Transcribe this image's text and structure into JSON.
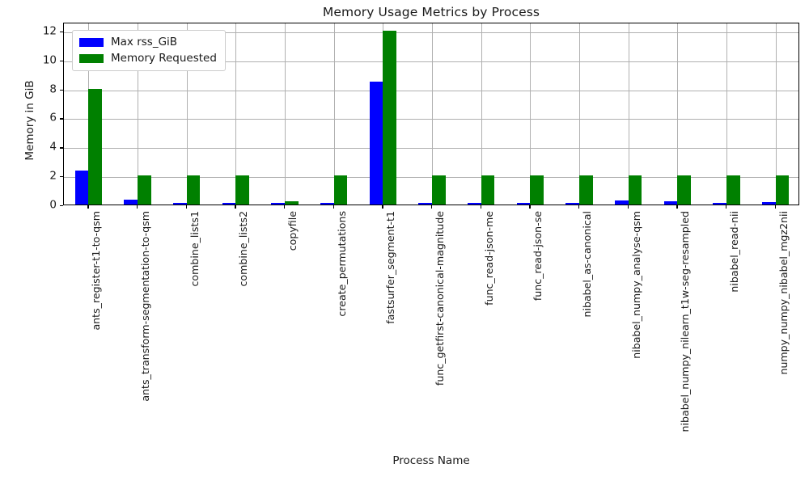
{
  "chart_data": {
    "type": "bar",
    "title": "Memory Usage Metrics by Process",
    "xlabel": "Process Name",
    "ylabel": "Memory in GiB",
    "ylim": [
      0,
      12.6
    ],
    "yticks": [
      0,
      2,
      4,
      6,
      8,
      10,
      12
    ],
    "ytick_labels": [
      "0",
      "2",
      "4",
      "6",
      "8",
      "10",
      "12"
    ],
    "grid": true,
    "grid_axis": "both",
    "legend_position": "upper left",
    "categories": [
      "ants_register-t1-to-qsm",
      "ants_transform-segmentation-to-qsm",
      "combine_lists1",
      "combine_lists2",
      "copyfile",
      "create_permutations",
      "fastsurfer_segment-t1",
      "func_getfirst-canonical-magnitude",
      "func_read-json-me",
      "func_read-json-se",
      "nibabel_as-canonical",
      "nibabel_numpy_analyse-qsm",
      "nibabel_numpy_nilearn_t1w-seg-resampled",
      "nibabel_read-nii",
      "numpy_numpy_nibabel_mgz2nii"
    ],
    "series": [
      {
        "name": "Max rss_GiB",
        "color": "#0000ff",
        "values": [
          2.35,
          0.35,
          0.12,
          0.12,
          0.1,
          0.12,
          8.45,
          0.12,
          0.12,
          0.12,
          0.12,
          0.28,
          0.25,
          0.12,
          0.17
        ]
      },
      {
        "name": "Memory Requested",
        "color": "#008000",
        "values": [
          8.0,
          2.0,
          2.0,
          2.0,
          0.2,
          2.0,
          12.0,
          2.0,
          2.0,
          2.0,
          2.0,
          2.0,
          2.0,
          2.0,
          2.0
        ]
      }
    ]
  }
}
